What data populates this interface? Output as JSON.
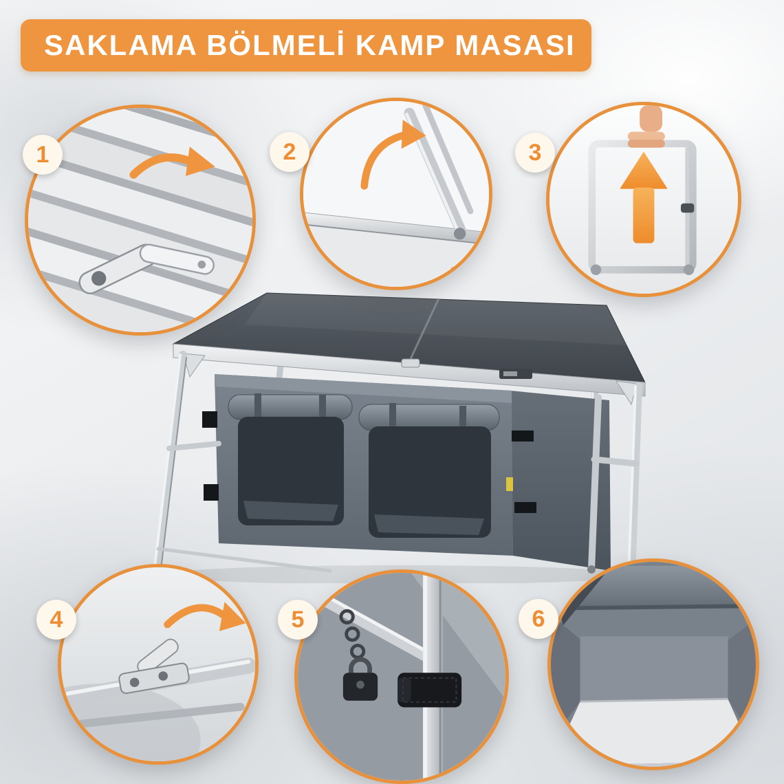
{
  "banner": {
    "title": "SAKLAMA BÖLMELİ KAMP MASASI"
  },
  "callouts": [
    {
      "number": "1",
      "name": "tabletop-surface-latch",
      "icon": "curved-arrow-icon"
    },
    {
      "number": "2",
      "name": "folding-leg-hinge",
      "icon": "curved-arrow-icon"
    },
    {
      "number": "3",
      "name": "folded-frame-carry",
      "icon": "up-arrow-icon"
    },
    {
      "number": "4",
      "name": "leg-lock-mechanism",
      "icon": "curved-arrow-icon"
    },
    {
      "number": "5",
      "name": "leg-strap-and-lock",
      "icon": ""
    },
    {
      "number": "6",
      "name": "storage-compartment-interior",
      "icon": ""
    }
  ],
  "colors": {
    "accent_orange": "#F0953F",
    "ring_orange": "#E8913D",
    "badge_bg": "#FDF7EC",
    "badge_text": "#EE8E34",
    "tabletop_dark": "#474D53",
    "fabric_gray": "#6E7680",
    "aluminum": "#C9CDD1"
  }
}
